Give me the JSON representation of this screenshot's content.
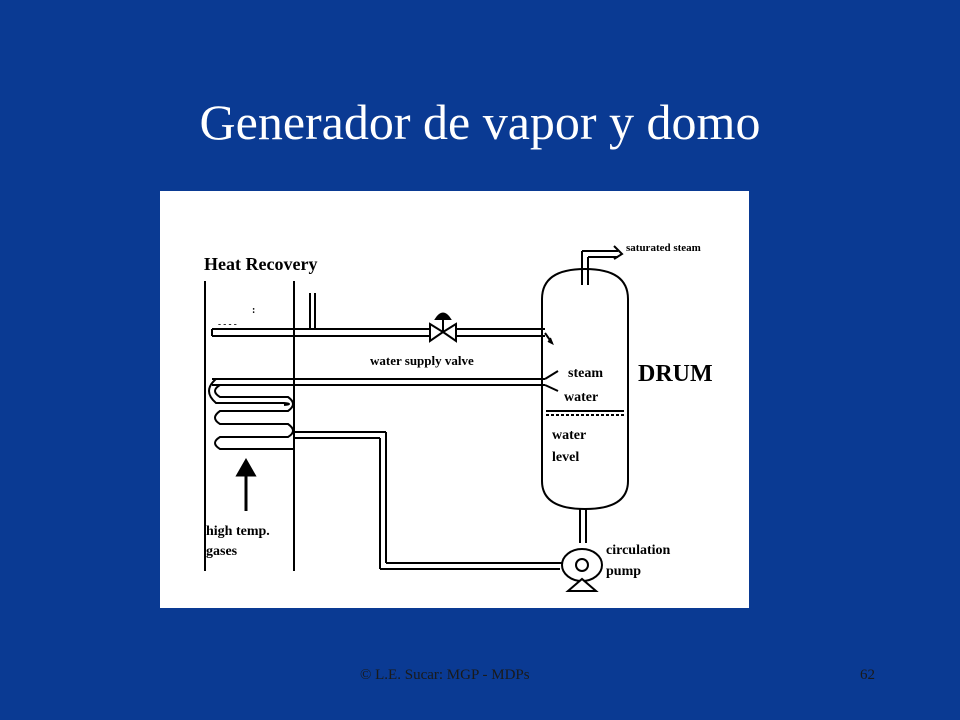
{
  "slide": {
    "title": "Generador de vapor y domo",
    "footer_credit": "© L.E. Sucar: MGP - MDPs",
    "page_number": "62"
  },
  "diagram": {
    "heat_recovery_label": "Heat Recovery",
    "saturated_steam_label": "saturated steam",
    "water_supply_valve_label": "water supply valve",
    "drum_label": "DRUM",
    "steam_label": "steam",
    "water_label": "water",
    "water_level_label_line1": "water",
    "water_level_label_line2": "level",
    "high_temp_label_line1": "high temp.",
    "high_temp_label_line2": "gases",
    "circulation_label_line1": "circulation",
    "circulation_label_line2": "pump"
  }
}
